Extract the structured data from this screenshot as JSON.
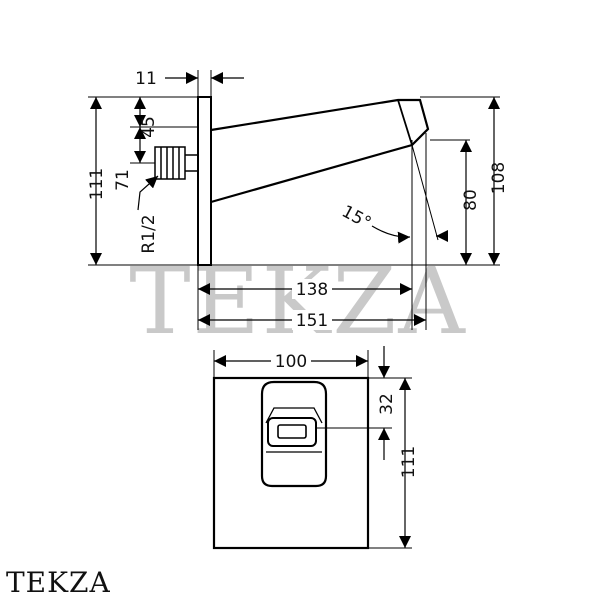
{
  "watermark": "TEKZA",
  "brand_label": "TEKZA",
  "side_view": {
    "dim_plate_thickness": "11",
    "dim_plate_to_thread": "45",
    "dim_thread_to_bottom": "71",
    "dim_total_height": "111",
    "dim_thread": "R1/2",
    "dim_angle": "15°",
    "dim_outlet_height": "80",
    "dim_spout_height": "108",
    "dim_projection_outlet": "138",
    "dim_projection_total": "151"
  },
  "front_view": {
    "dim_width": "100",
    "dim_spout_top": "32",
    "dim_height": "111"
  }
}
